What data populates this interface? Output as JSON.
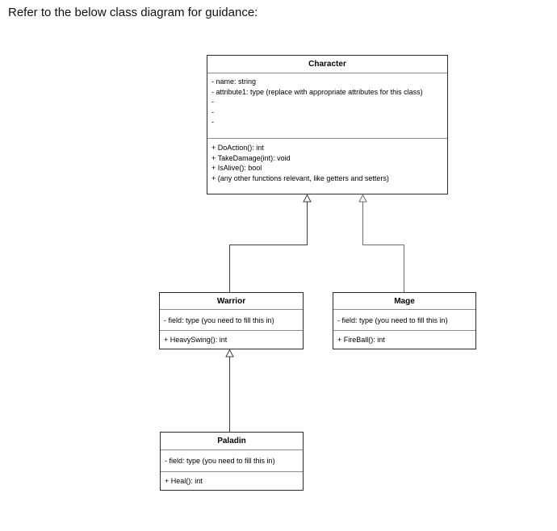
{
  "page": {
    "heading": "Refer to the below class diagram for guidance:"
  },
  "diagram": {
    "classes": [
      {
        "id": "character",
        "name": "Character",
        "attributes": [
          "- name: string",
          "- attribute1: type (replace with appropriate attributes for this class)",
          "-",
          "-",
          "-"
        ],
        "methods": [
          "+ DoAction(): int",
          "+ TakeDamage(int): void",
          "+ IsAlive(): bool",
          "+ (any other functions relevant, like getters and setters)"
        ]
      },
      {
        "id": "warrior",
        "name": "Warrior",
        "attributes": [
          "- field: type (you need to fill this in)"
        ],
        "methods": [
          "+ HeavySwing(): int"
        ]
      },
      {
        "id": "mage",
        "name": "Mage",
        "attributes": [
          "- field: type (you need to fill this in)"
        ],
        "methods": [
          "+ FireBall(): int"
        ]
      },
      {
        "id": "paladin",
        "name": "Paladin",
        "attributes": [
          "- field: type (you need to fill this in)"
        ],
        "methods": [
          "+ Heal(): int"
        ]
      }
    ],
    "relations": [
      {
        "from": "Warrior",
        "to": "Character",
        "type": "inheritance"
      },
      {
        "from": "Mage",
        "to": "Character",
        "type": "inheritance"
      },
      {
        "from": "Paladin",
        "to": "Warrior",
        "type": "inheritance"
      }
    ]
  }
}
